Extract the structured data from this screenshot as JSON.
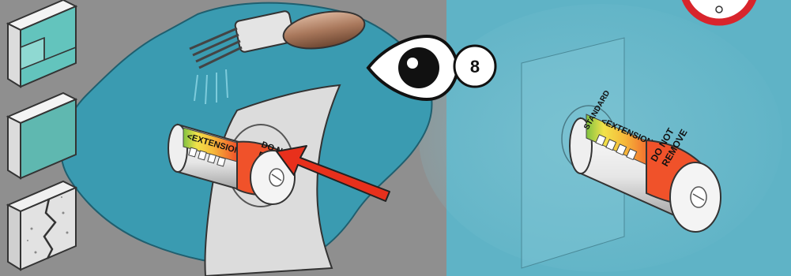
{
  "step": {
    "number": "8",
    "instruction_icon": "eye-icon",
    "warning_icon": "prohibition-sign-icon"
  },
  "surface_types": {
    "icons": [
      "tile-corner-icon",
      "smooth-panel-icon",
      "cracked-concrete-icon"
    ]
  },
  "sensor": {
    "extension_label": "<EXTENSION>",
    "standard_label": "STANDARD",
    "warning_label_line1": "DO NOT",
    "warning_label_line2": "REMOVE"
  },
  "colors": {
    "left_background": "#8f8f8f",
    "right_background": "#5fb3c6",
    "sealant": "#3a9bb1",
    "arrow": "#e8301c",
    "label_orange": "#f0522a",
    "label_yellow": "#f1e24a",
    "label_green": "#7fc241"
  }
}
